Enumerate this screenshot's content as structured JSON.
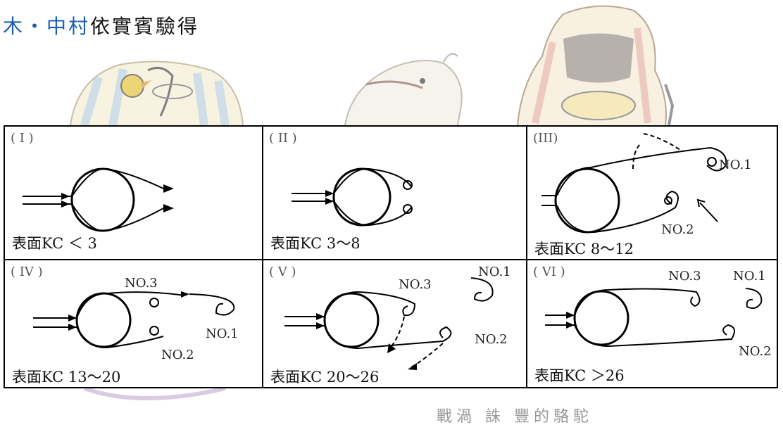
{
  "heading": {
    "prefix": "木・中村",
    "suffix": "依實賓驗得"
  },
  "panels": [
    {
      "id": "I",
      "roman": "( I )",
      "kc": "表面KC ＜ 3",
      "labels": []
    },
    {
      "id": "II",
      "roman": "( II )",
      "kc": "表面KC  3～8",
      "labels": []
    },
    {
      "id": "III",
      "roman": "(III)",
      "kc": "表面KC  8～12",
      "labels": [
        "NO.1",
        "NO.2"
      ]
    },
    {
      "id": "IV",
      "roman": "( IV )",
      "kc": "表面KC  13～20",
      "labels": [
        "NO.3",
        "NO.1",
        "NO.2"
      ]
    },
    {
      "id": "V",
      "roman": "( V )",
      "kc": "表面KC  20～26",
      "labels": [
        "NO.3",
        "NO.1",
        "NO.2"
      ]
    },
    {
      "id": "VI",
      "roman": "( VI )",
      "kc": "表面KC  ＞26",
      "labels": [
        "NO.3",
        "NO.1",
        "NO.2"
      ]
    }
  ],
  "caption": "戰渦 誅 豐的駱駝"
}
